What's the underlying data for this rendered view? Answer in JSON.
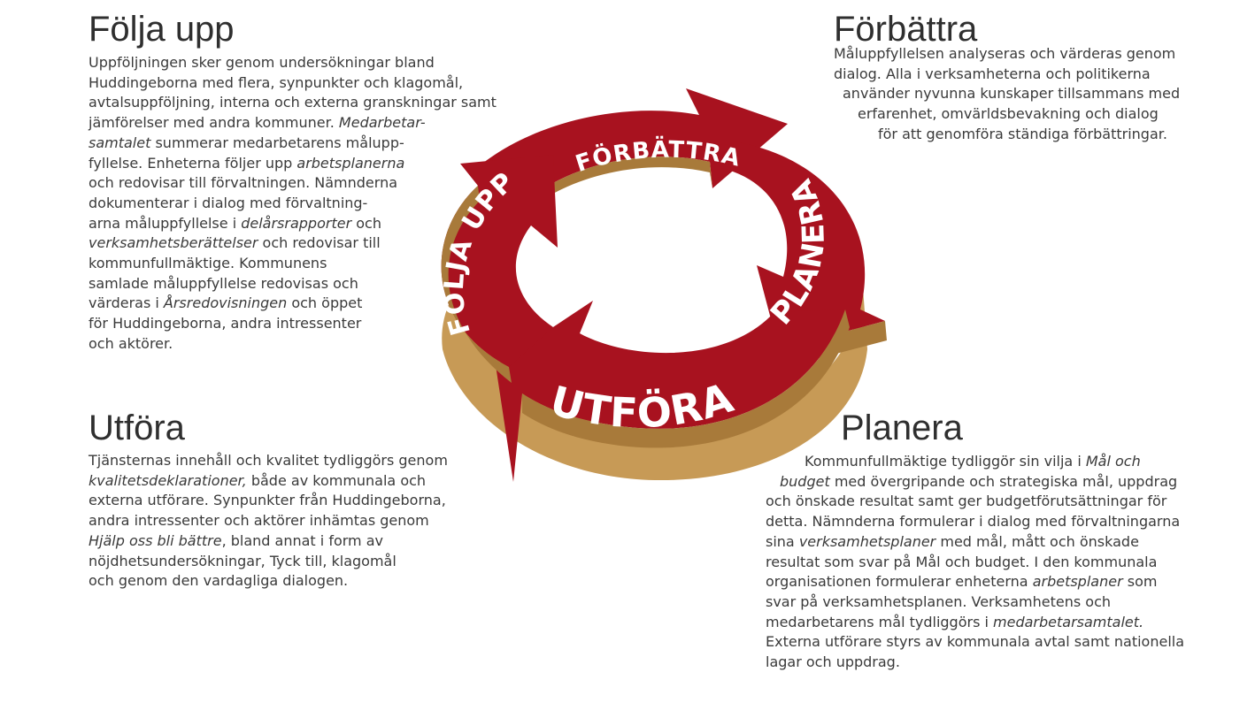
{
  "sections": {
    "folja_upp": {
      "title": "Följa upp",
      "lines": [
        [
          {
            "t": "Uppföljningen sker genom undersökningar bland"
          }
        ],
        [
          {
            "t": "Huddingeborna med flera, synpunkter och klagomål,"
          }
        ],
        [
          {
            "t": "avtalsuppföljning, interna och externa granskningar samt"
          }
        ],
        [
          {
            "t": "jämförelser med andra kommuner. "
          },
          {
            "t": "Medarbetar-",
            "i": true
          }
        ],
        [
          {
            "t": "samtalet",
            "i": true
          },
          {
            "t": " summerar medarbetarens målupp-"
          }
        ],
        [
          {
            "t": "fyllelse. Enheterna följer upp "
          },
          {
            "t": "arbetsplanerna",
            "i": true
          }
        ],
        [
          {
            "t": "och redovisar till förvaltningen. Nämnderna"
          }
        ],
        [
          {
            "t": "dokumenterar i dialog med förvaltning-"
          }
        ],
        [
          {
            "t": "arna måluppfyllelse i "
          },
          {
            "t": "delårsrapporter",
            "i": true
          },
          {
            "t": " och"
          }
        ],
        [
          {
            "t": "verksamhetsberättelser",
            "i": true
          },
          {
            "t": " och redovisar till"
          }
        ],
        [
          {
            "t": "kommunfullmäktige. Kommunens"
          }
        ],
        [
          {
            "t": "samlade måluppfyllelse redovisas och"
          }
        ],
        [
          {
            "t": "värderas i "
          },
          {
            "t": "Årsredovisningen",
            "i": true
          },
          {
            "t": " och öppet"
          }
        ],
        [
          {
            "t": "för Huddingeborna, andra intressenter"
          }
        ],
        [
          {
            "t": "och aktörer."
          }
        ]
      ]
    },
    "forbattra": {
      "title": "Förbättra",
      "lines": [
        [
          {
            "t": "Måluppfyllelsen analyseras och värderas genom"
          }
        ],
        [
          {
            "t": "dialog. Alla i verksamheterna och politikerna"
          }
        ],
        [
          {
            "t": "använder nyvunna kunskaper tillsammans med"
          }
        ],
        [
          {
            "t": "erfarenhet, omvärldsbevakning och dialog"
          }
        ],
        [
          {
            "t": "för att genomföra ständiga förbättringar."
          }
        ]
      ]
    },
    "utfora": {
      "title": "Utföra",
      "lines": [
        [
          {
            "t": "Tjänsternas innehåll och kvalitet tydliggörs genom"
          }
        ],
        [
          {
            "t": "kvalitetsdeklarationer,",
            "i": true
          },
          {
            "t": " både av kommunala och"
          }
        ],
        [
          {
            "t": "externa utförare. Synpunkter från Huddingeborna,"
          }
        ],
        [
          {
            "t": "andra intressenter och aktörer inhämtas genom"
          }
        ],
        [
          {
            "t": "Hjälp oss bli bättre",
            "i": true
          },
          {
            "t": ", bland annat i form av"
          }
        ],
        [
          {
            "t": "nöjdhetsundersökningar, Tyck till, klagomål"
          }
        ],
        [
          {
            "t": "och genom den vardagliga dialogen."
          }
        ]
      ]
    },
    "planera": {
      "title": "Planera",
      "lines": [
        [
          {
            "t": "Kommunfullmäktige tydliggör sin vilja i "
          },
          {
            "t": "Mål och",
            "i": true
          }
        ],
        [
          {
            "t": "budget",
            "i": true
          },
          {
            "t": " med övergripande och strategiska mål, uppdrag"
          }
        ],
        [
          {
            "t": "och önskade resultat samt ger budgetförutsättningar för"
          }
        ],
        [
          {
            "t": "detta. Nämnderna formulerar i dialog med förvaltningarna"
          }
        ],
        [
          {
            "t": "sina "
          },
          {
            "t": "verksamhetsplaner",
            "i": true
          },
          {
            "t": " med mål, mått och önskade"
          }
        ],
        [
          {
            "t": "resultat som svar på Mål och budget. I den kommunala"
          }
        ],
        [
          {
            "t": "organisationen formulerar enheterna "
          },
          {
            "t": "arbetsplaner",
            "i": true
          },
          {
            "t": " som"
          }
        ],
        [
          {
            "t": "svar på verksamhetsplanen. Verksamhetens och"
          }
        ],
        [
          {
            "t": "medarbetarens mål tydliggörs i "
          },
          {
            "t": "medarbetarsamtalet.",
            "i": true
          }
        ],
        [
          {
            "t": "Externa utförare styrs av kommunala avtal samt nationella"
          }
        ],
        [
          {
            "t": "lagar och uppdrag."
          }
        ]
      ]
    }
  },
  "cycle": {
    "labels": {
      "forbattra": "FÖRBÄTTRA",
      "planera": "PLANERA",
      "utfora": "UTFÖRA",
      "folja_upp": "FÖLJA UPP"
    },
    "colors": {
      "arrow": "#a8121f",
      "arrow_dark": "#7e0c17",
      "edge": "#c79a56",
      "edge_dark": "#a87a3a",
      "label": "#ffffff"
    }
  }
}
